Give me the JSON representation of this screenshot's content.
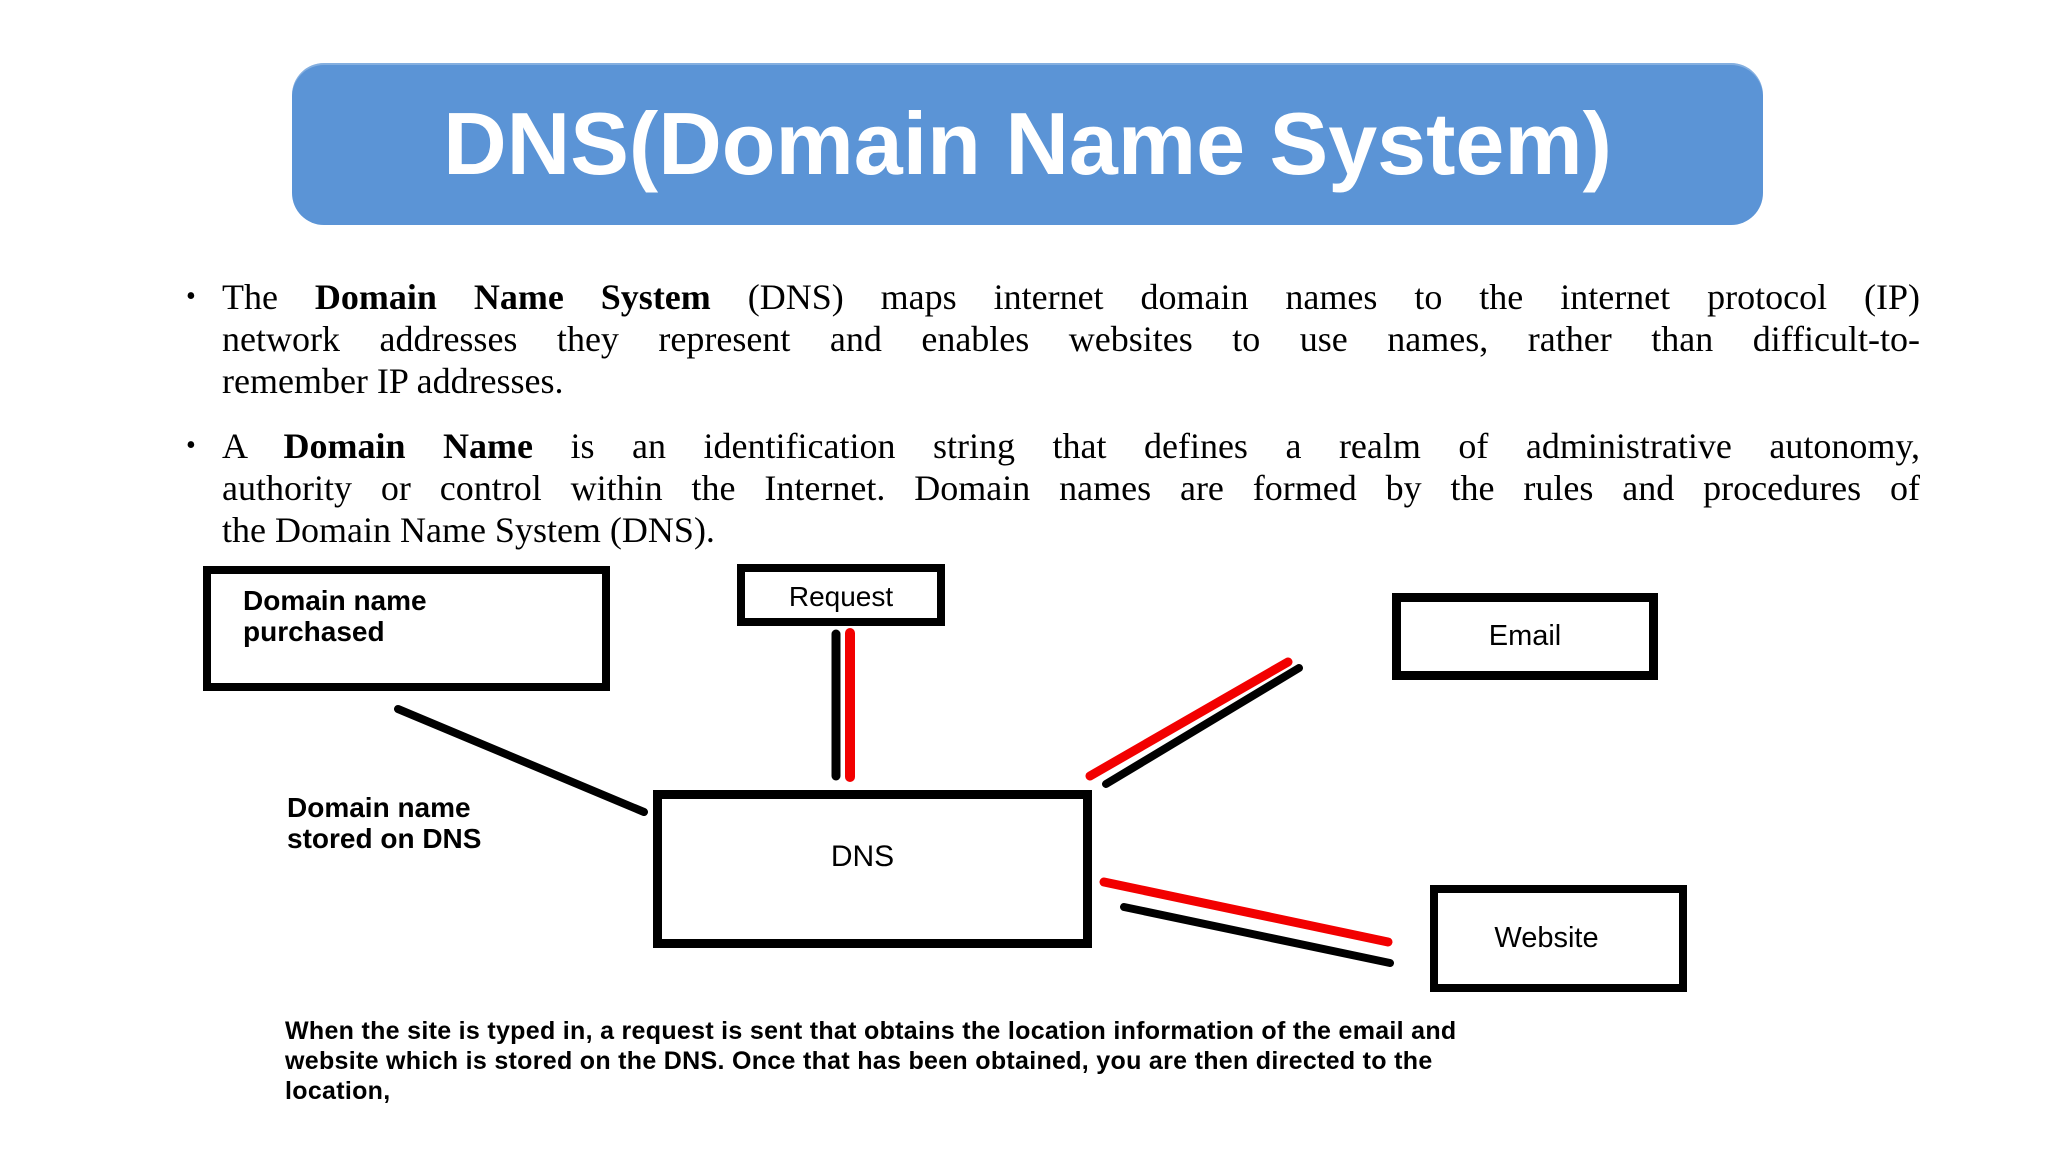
{
  "header": {
    "title": "DNS(Domain Name System)"
  },
  "colors": {
    "banner_blue": "#5b94d6",
    "banner_text": "#ffffff",
    "line_black": "#000000",
    "line_red": "#f20000"
  },
  "bullets": [
    {
      "marker": "•",
      "lines": [
        {
          "segments": [
            {
              "text": "The ",
              "bold": false
            },
            {
              "text": "Domain Name System",
              "bold": true
            },
            {
              "text": " (DNS) maps internet domain names to the internet protocol (IP)",
              "bold": false
            }
          ]
        },
        {
          "segments": [
            {
              "text": "network addresses they represent and enables websites to use names, rather than difficult-to-",
              "bold": false
            }
          ]
        },
        {
          "segments": [
            {
              "text": "remember IP addresses.",
              "bold": false
            }
          ]
        }
      ]
    },
    {
      "marker": "•",
      "lines": [
        {
          "segments": [
            {
              "text": "A ",
              "bold": false
            },
            {
              "text": "Domain Name",
              "bold": true
            },
            {
              "text": " is an identification string that defines a realm of administrative autonomy,",
              "bold": false
            }
          ]
        },
        {
          "segments": [
            {
              "text": "authority or control within the Internet. Domain names are formed by the rules and procedures of",
              "bold": false
            }
          ]
        },
        {
          "segments": [
            {
              "text": "the Domain Name System (DNS).",
              "bold": false
            }
          ]
        }
      ]
    }
  ],
  "diagram": {
    "boxes": {
      "purchased": {
        "line1": "Domain name",
        "line2": "purchased"
      },
      "request": {
        "label": "Request"
      },
      "email": {
        "label": "Email"
      },
      "dns": {
        "label": "DNS"
      },
      "website": {
        "label": "Website"
      }
    },
    "stored_label": {
      "line1": "Domain name",
      "line2": "stored on DNS"
    }
  },
  "caption": {
    "line1": "When the site is typed in, a request is sent that obtains the location information of the email and",
    "line2": "website which is stored on the DNS. Once that has been obtained, you are then directed to the",
    "line3": "location,"
  }
}
